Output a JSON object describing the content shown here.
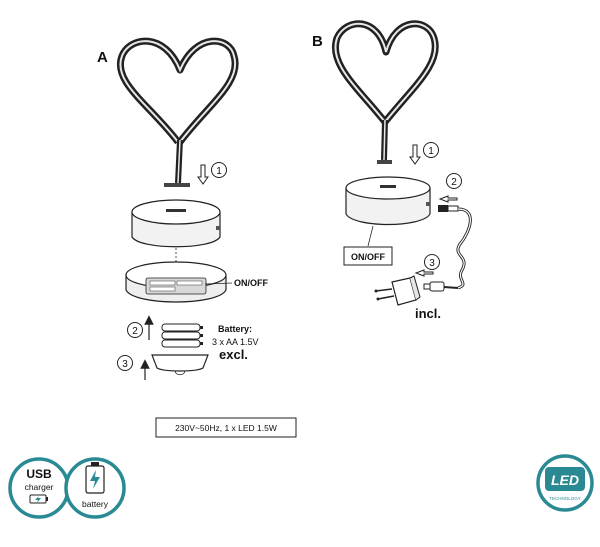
{
  "panels": {
    "a": {
      "label": "A",
      "step1": "1",
      "step2": "2",
      "step3": "3",
      "switch_label": "ON/OFF",
      "battery_title": "Battery:",
      "battery_spec": "3 x AA 1.5V",
      "battery_note": "excl."
    },
    "b": {
      "label": "B",
      "step1": "1",
      "step2": "2",
      "step3": "3",
      "switch_label": "ON/OFF",
      "adapter_note": "incl."
    }
  },
  "spec_box": "230V~50Hz, 1 x LED 1.5W",
  "badges": {
    "usb": {
      "line1": "USB",
      "line2": "charger"
    },
    "battery": {
      "text": "battery"
    },
    "led": {
      "main": "LED",
      "sub": "TECHNOLOGY"
    }
  },
  "colors": {
    "badge_teal": "#2a8a93"
  }
}
